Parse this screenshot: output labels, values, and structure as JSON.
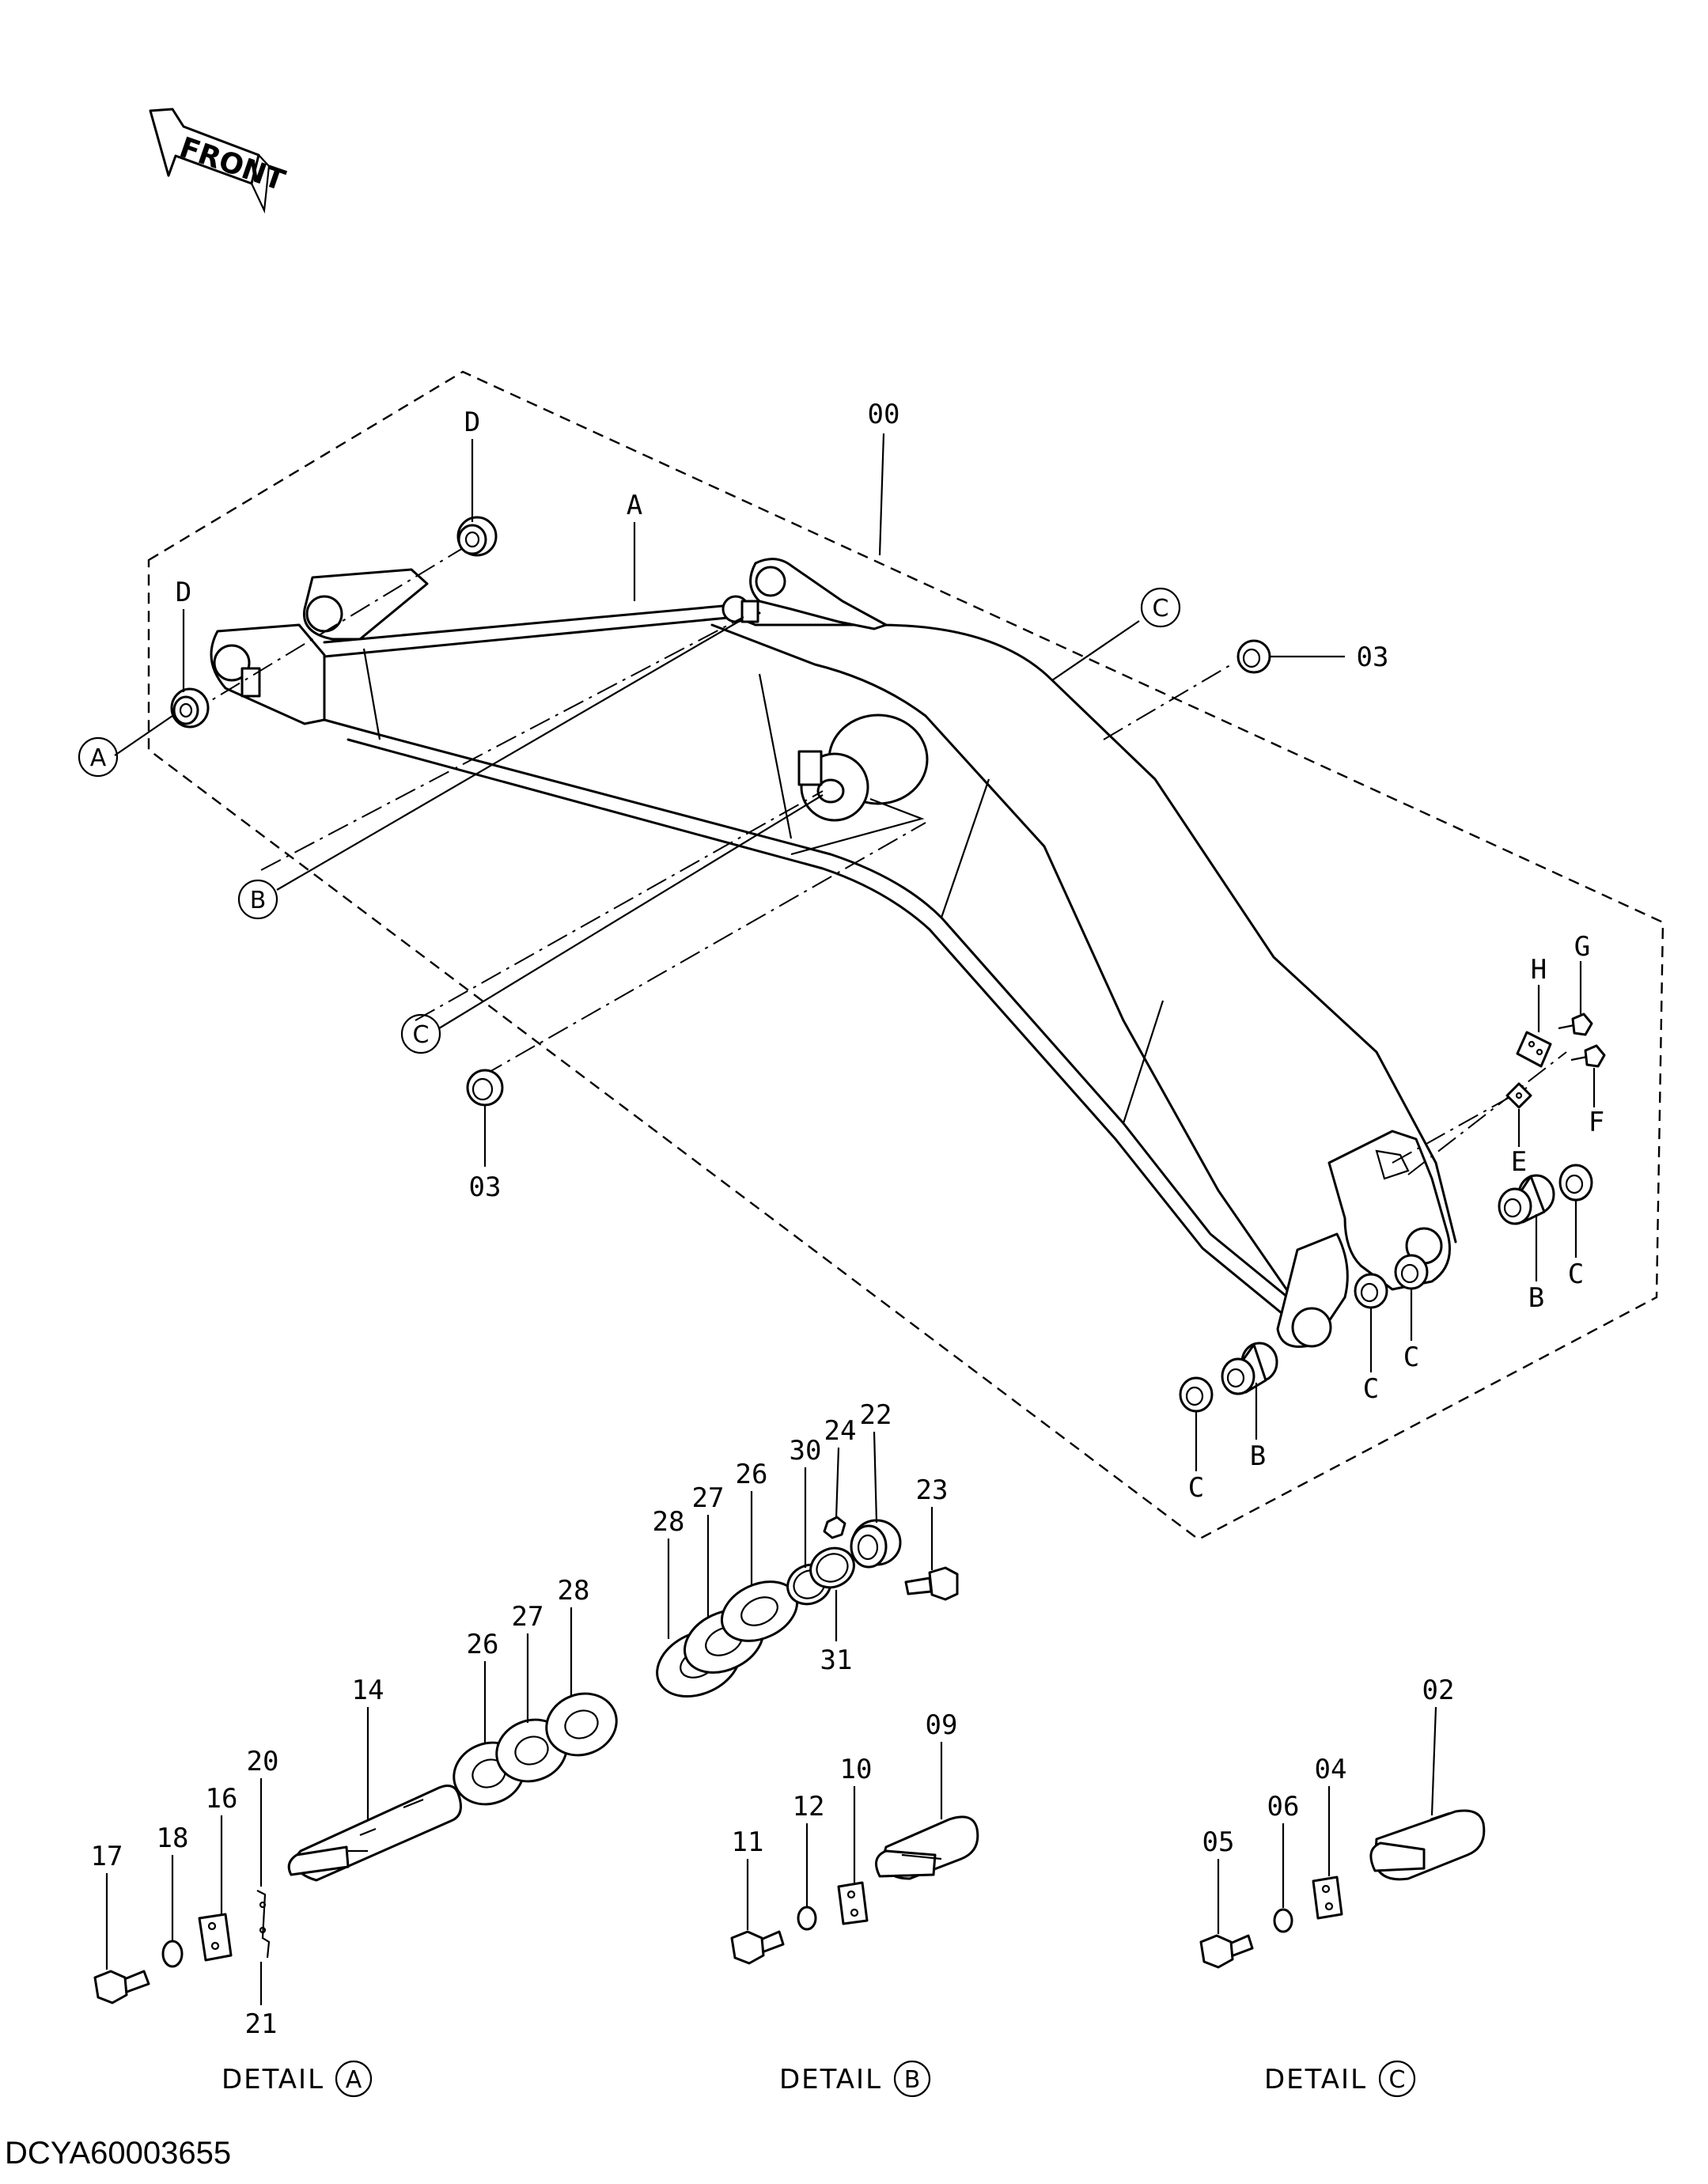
{
  "front_arrow": {
    "label": "FRONT"
  },
  "callouts": {
    "assembly": "00",
    "bushing_upper": "03",
    "bushing_lower": "03",
    "A_top": "A",
    "D_top": "D",
    "D_left": "D",
    "circ_A": "A",
    "circ_B": "B",
    "circ_C_upper": "C",
    "circ_C_lower": "C",
    "H": "H",
    "G": "G",
    "F": "F",
    "E": "E",
    "B_right": "B",
    "C_right": "C",
    "C_mid1": "C",
    "C_mid2": "C",
    "B_lower": "B",
    "C_lower": "C"
  },
  "detail_parts": {
    "p28a": "28",
    "p27a": "27",
    "p26a": "26",
    "p30": "30",
    "p24": "24",
    "p22": "22",
    "p23": "23",
    "p31": "31",
    "p26b": "26",
    "p27b": "27",
    "p28b": "28",
    "p14": "14",
    "p20": "20",
    "p16": "16",
    "p18": "18",
    "p17": "17",
    "p21": "21",
    "p09": "09",
    "p10": "10",
    "p12": "12",
    "p11": "11",
    "p02": "02",
    "p04": "04",
    "p06": "06",
    "p05": "05"
  },
  "details": {
    "detail_a": {
      "label": "DETAIL",
      "mark": "A"
    },
    "detail_b": {
      "label": "DETAIL",
      "mark": "B"
    },
    "detail_c": {
      "label": "DETAIL",
      "mark": "C"
    }
  },
  "drawing_code": "DCYA60003655"
}
